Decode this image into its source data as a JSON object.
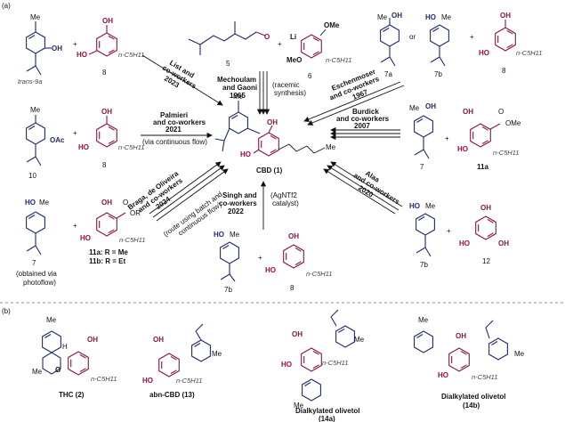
{
  "panels": {
    "a": "(a)",
    "b": "(b)"
  },
  "compounds": {
    "trans9a": {
      "id": "trans-9a"
    },
    "c8": {
      "id": "8"
    },
    "c5": {
      "id": "5"
    },
    "c6": {
      "id": "6"
    },
    "c7a": {
      "id": "7a"
    },
    "or": "or",
    "c7b": {
      "id": "7b"
    },
    "c10": {
      "id": "10"
    },
    "c7": {
      "id": "7"
    },
    "c11": {
      "id_a": "11a: R = Me",
      "id_b": "11b: R = Et",
      "note1": "(obtained via",
      "note2": "photoflow)"
    },
    "c11a": {
      "id": "11a"
    },
    "c12": {
      "id": "12"
    },
    "cbd": {
      "id": "CBD (1)"
    }
  },
  "atom_labels": {
    "oh": "OH",
    "ho": "HO",
    "me": "Me",
    "ome": "OMe",
    "meo": "MeO",
    "li": "Li",
    "oac": "OAc",
    "or": "OR",
    "o": "O",
    "pentyl": "n-C5H11",
    "h": "H"
  },
  "routes": {
    "list": [
      "List and",
      "co-workers",
      "2023"
    ],
    "mechoulam": [
      "Mechoulam",
      "and Gaoni",
      "1965"
    ],
    "racemic": [
      "(racemic",
      "synthesis)"
    ],
    "eschen": [
      "Eschenmoser",
      "and co-workers",
      "1967"
    ],
    "palmieri": [
      "Palmieri",
      "and co-workers",
      "2021",
      "(via continuous flow)"
    ],
    "burdick": [
      "Burdick",
      "and co-workers",
      "2007"
    ],
    "braga": [
      "Braga, de Oliveira",
      "and co-workers",
      "2024"
    ],
    "batch": [
      "(route using batch and",
      "continuous flow)"
    ],
    "singh": [
      "Singh and",
      "co-workers",
      "2022"
    ],
    "agntf": [
      "(AgNTf2",
      "catalyst)"
    ],
    "alaa": [
      "Alaa",
      "and co-workers",
      "2020"
    ]
  },
  "panel_b": {
    "thc": "THC (2)",
    "abn": "abn-CBD (13)",
    "dia_a": [
      "Dialkylated olivetol",
      "(14a)"
    ],
    "dia_b": "Dialkylated olivetol",
    "dia_b_id": "(14b)"
  },
  "colors": {
    "terpene": "#1f2a6b",
    "resorcinol": "#8a1446",
    "text": "#111111"
  }
}
